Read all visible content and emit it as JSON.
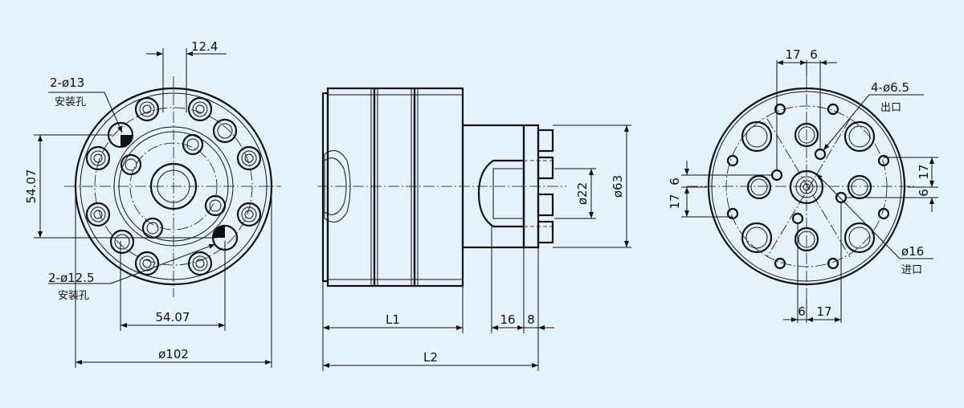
{
  "background_color": "#e5f1fb",
  "line_color": "#111111",
  "front_view": {
    "dim_top_offset": "12.4",
    "mount_hole_upper_spec": "2-ø13",
    "mount_hole_upper_label": "安装孔",
    "dim_vertical": "54.07",
    "mount_hole_lower_spec": "2-ø12.5",
    "mount_hole_lower_label": "安装孔",
    "dim_horizontal": "54.07",
    "dim_outer_diameter": "ø102"
  },
  "side_view": {
    "dim_l1": "L1",
    "dim_l2": "L2",
    "dim_16": "16",
    "dim_8": "8",
    "dim_shaft_diameter": "ø22",
    "dim_body_diameter": "ø63"
  },
  "rear_view": {
    "dim_top_17": "17",
    "dim_top_6": "6",
    "outlet_spec": "4-ø6.5",
    "outlet_label": "出口",
    "dim_left_17": "17",
    "dim_left_6": "6",
    "dim_right_17": "17",
    "dim_right_6": "6",
    "dim_bottom_6": "6",
    "dim_bottom_17": "17",
    "inlet_spec": "ø16",
    "inlet_label": "进口"
  }
}
